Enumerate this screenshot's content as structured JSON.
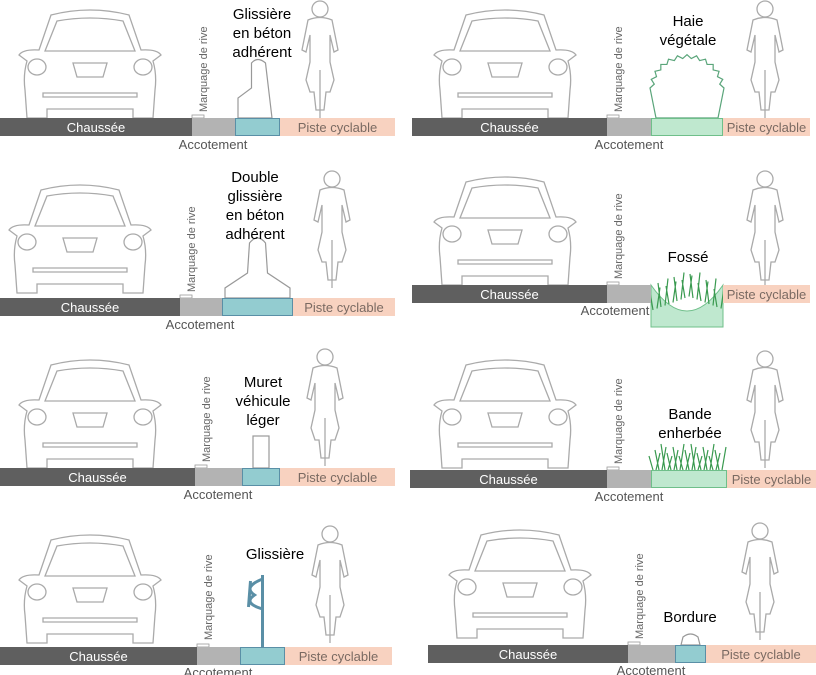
{
  "common": {
    "chaussee": "Chaussée",
    "accotement": "Accotement",
    "marquage": "Marquage de rive",
    "piste": "Piste cyclable"
  },
  "panels": [
    {
      "title": [
        "Glissière",
        "en béton",
        "adhérent"
      ],
      "separator": "concrete-barrier"
    },
    {
      "title": [
        "Haie",
        "végétale"
      ],
      "separator": "hedge"
    },
    {
      "title": [
        "Double",
        "glissière",
        "en béton",
        "adhérent"
      ],
      "separator": "double-concrete-barrier"
    },
    {
      "title": [
        "Fossé"
      ],
      "separator": "ditch"
    },
    {
      "title": [
        "Muret",
        "véhicule",
        "léger"
      ],
      "separator": "low-wall"
    },
    {
      "title": [
        "Bande",
        "enherbée"
      ],
      "separator": "grass-strip"
    },
    {
      "title": [
        "Glissière"
      ],
      "separator": "guardrail"
    },
    {
      "title": [
        "Bordure"
      ],
      "separator": "curb"
    }
  ],
  "colors": {
    "chaussee": "#5f5f5f",
    "accotement": "#b3b3b3",
    "separator": "#93ccd0",
    "grass": "#bfe8cf",
    "piste": "#f8d2c0"
  }
}
